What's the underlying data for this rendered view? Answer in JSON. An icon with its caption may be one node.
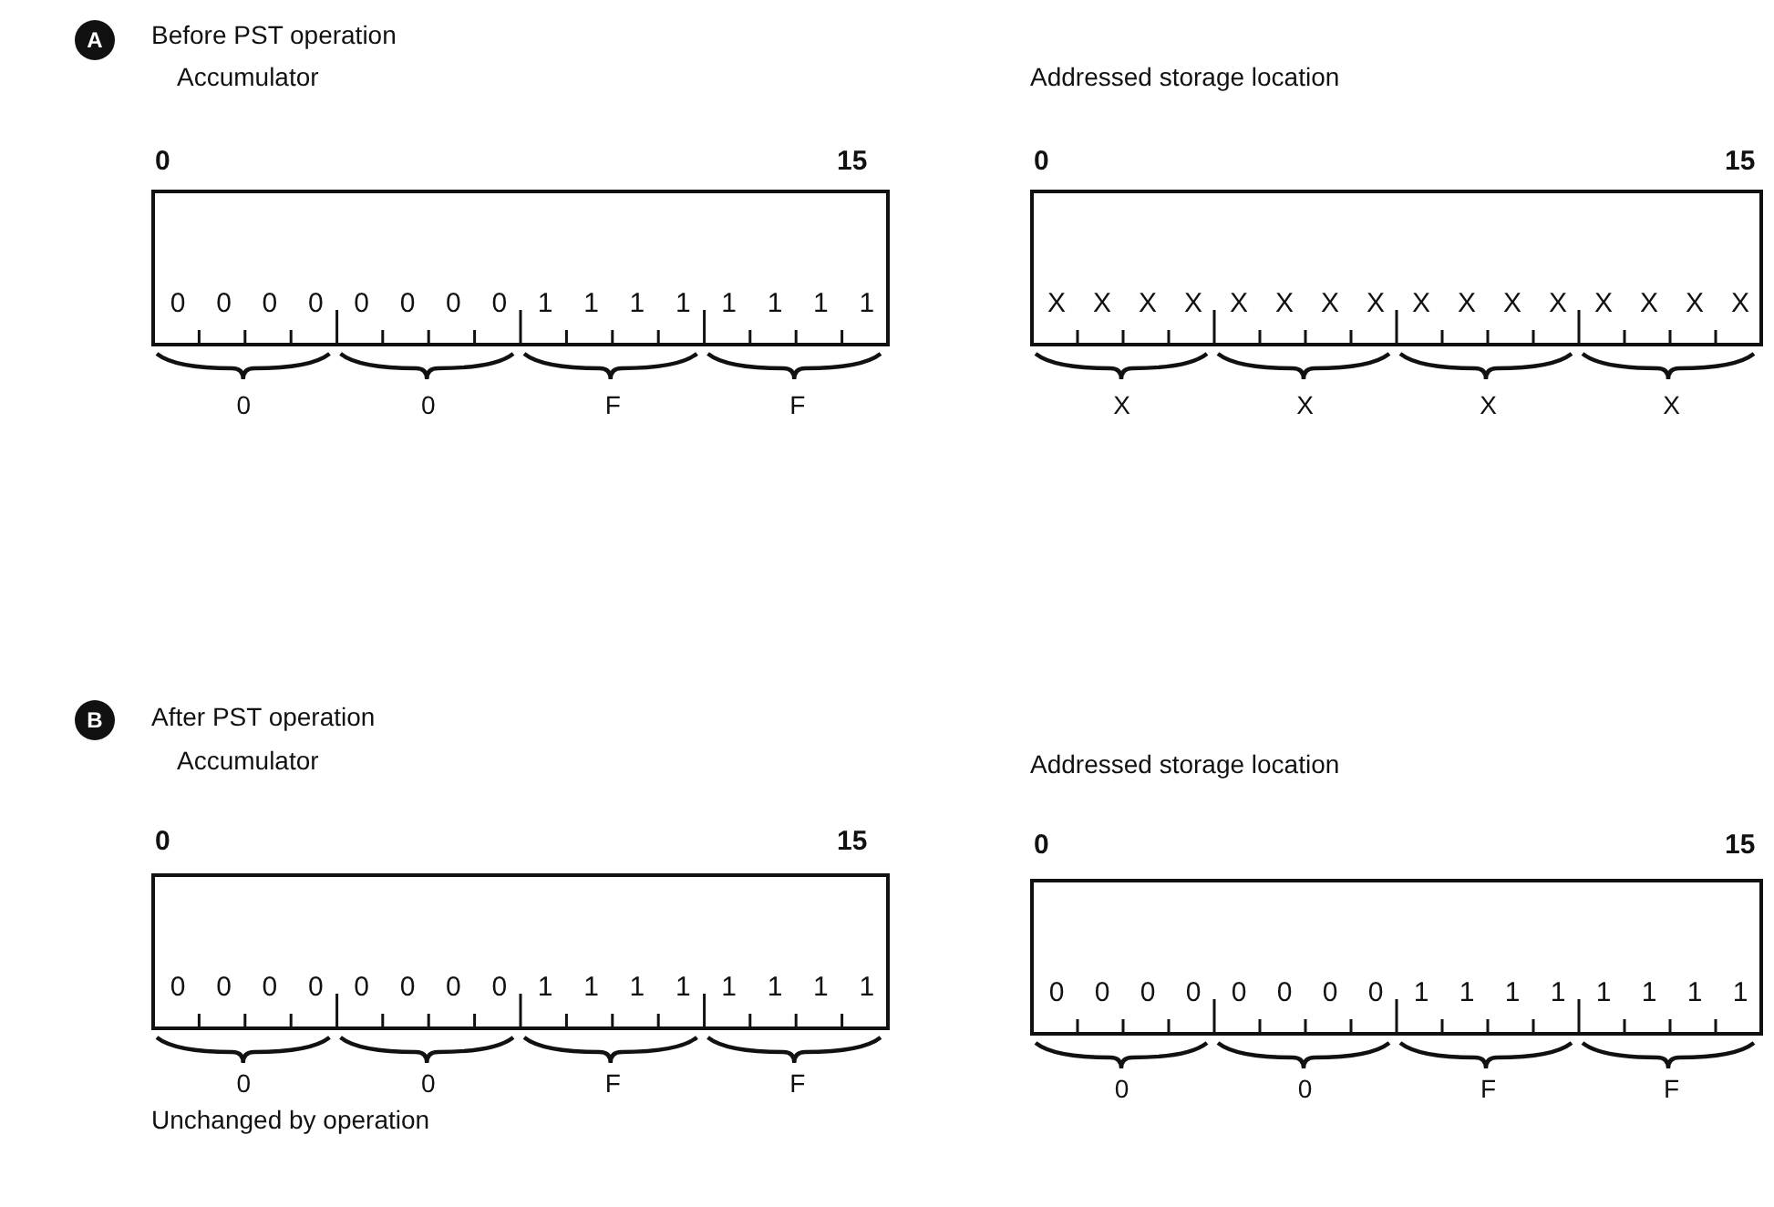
{
  "diagram": {
    "nodes": [
      {
        "text": [
          "A"
        ]
      },
      {
        "text": [
          "0",
          "0",
          "0",
          "0",
          "0",
          "0",
          "0",
          "0",
          "1",
          "1",
          "1",
          "1",
          "1",
          "1",
          "1",
          "1"
        ]
      },
      {
        "text": [
          "X",
          "X",
          "X",
          "X",
          "X",
          "X",
          "X",
          "X",
          "X",
          "X",
          "X",
          "X",
          "X",
          "X",
          "X",
          "X"
        ]
      },
      {
        "text": [
          "B"
        ]
      },
      {
        "text": [
          "0",
          "0",
          "0",
          "0",
          "0",
          "0",
          "0",
          "0",
          "1",
          "1",
          "1",
          "1",
          "1",
          "1",
          "1",
          "1"
        ]
      },
      {
        "text": [
          "0",
          "0",
          "0",
          "0",
          "0",
          "0",
          "0",
          "0",
          "1",
          "1",
          "1",
          "1",
          "1",
          "1",
          "1",
          "1"
        ]
      }
    ],
    "edges": [],
    "labels": [
      "Before PST operation",
      "Accumulator",
      "0",
      "15",
      "Addressed storage location",
      "0",
      "15",
      "0",
      "0",
      "F",
      "F",
      "X",
      "X",
      "X",
      "X",
      "After PST operation",
      "Accumulator",
      "0",
      "15",
      "Addressed storage location",
      "0",
      "15",
      "0",
      "0",
      "F",
      "F",
      "0",
      "0",
      "F",
      "F",
      "Unchanged by operation"
    ]
  }
}
